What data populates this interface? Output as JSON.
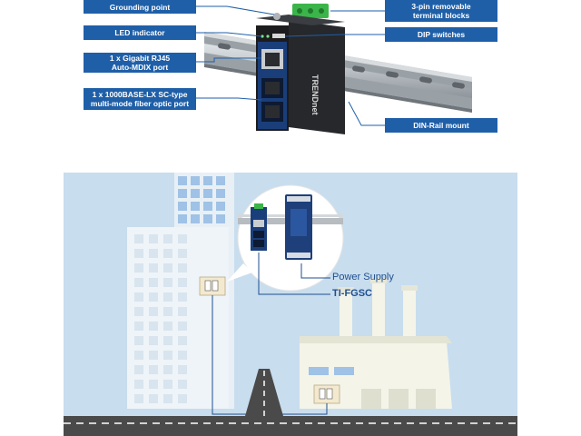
{
  "callouts": {
    "grounding": [
      "Grounding point"
    ],
    "led": [
      "LED indicator"
    ],
    "rj45": [
      "1 x Gigabit RJ45",
      "Auto-MDIX port"
    ],
    "fiber": [
      "1 x 1000BASE-LX SC-type",
      "multi-mode fiber optic port"
    ],
    "terminal": [
      "3-pin removable",
      "terminal blocks"
    ],
    "dip": [
      "DIP switches"
    ],
    "dinrail": [
      "DIN-Rail mount"
    ]
  },
  "device": {
    "brand": "TRENDnet"
  },
  "scene": {
    "power_supply_label": "Power Supply",
    "device_label": "TI-FGSC"
  },
  "colors": {
    "callout_bg": "#1f5fa8",
    "device_body": "#1c1c1e",
    "device_face": "#1a3e7a",
    "terminal_green": "#3bb54a",
    "sky": "#c8ddee",
    "building": "#e8f0f5",
    "window": "#9fc2e6",
    "road": "#4a4a4a"
  }
}
